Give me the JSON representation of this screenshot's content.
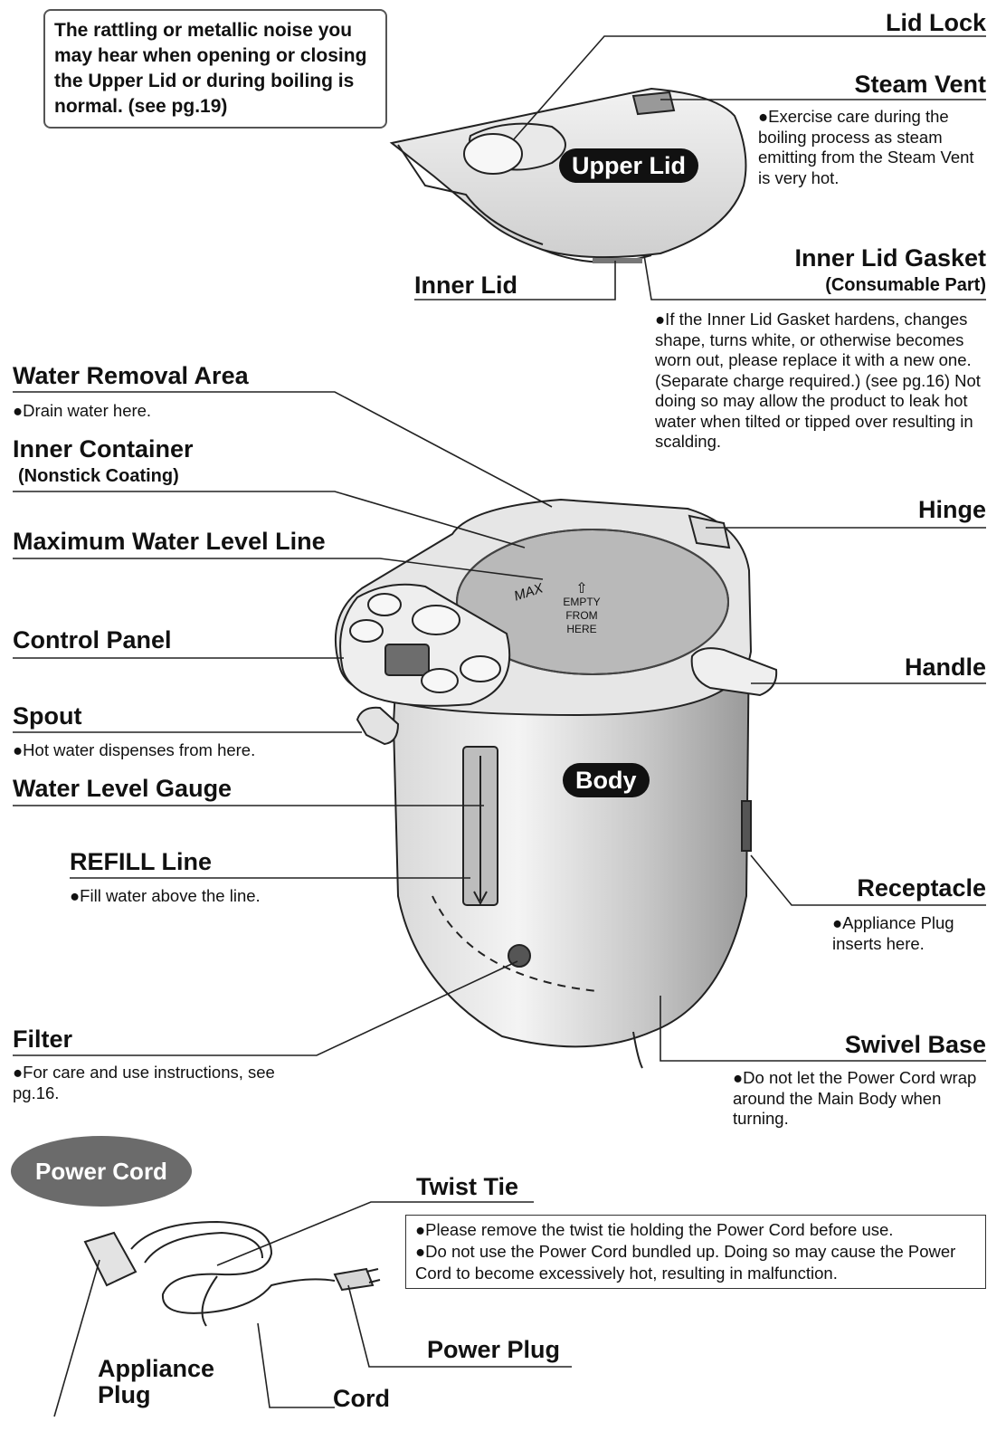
{
  "notice": "The rattling or metallic noise you may hear when opening or closing the Upper Lid or during boiling is normal. (see pg.19)",
  "callouts": {
    "lid_lock": "Lid Lock",
    "steam_vent": {
      "label": "Steam Vent",
      "note": "●Exercise care during the boiling process as steam emitting from the Steam Vent is very hot."
    },
    "upper_lid": "Upper Lid",
    "inner_lid": "Inner Lid",
    "inner_lid_gasket": {
      "label": "Inner Lid Gasket",
      "sub": "(Consumable Part)",
      "note": "●If the Inner Lid Gasket hardens, changes shape, turns white, or otherwise becomes worn out, please replace it with a new one. (Separate charge required.) (see pg.16) Not doing so may allow the product to leak hot water when tilted or tipped over resulting in scalding."
    },
    "water_removal_area": {
      "label": "Water Removal Area",
      "note": "●Drain water here."
    },
    "inner_container": {
      "label": "Inner Container",
      "sub": "(Nonstick Coating)"
    },
    "hinge": "Hinge",
    "max_water_level_line": "Maximum Water Level Line",
    "control_panel": "Control Panel",
    "handle": "Handle",
    "spout": {
      "label": "Spout",
      "note": "●Hot water dispenses from here."
    },
    "body": "Body",
    "water_level_gauge": "Water Level Gauge",
    "refill_line": {
      "label": "REFILL Line",
      "note": "●Fill water above the line."
    },
    "receptacle": {
      "label": "Receptacle",
      "note": "●Appliance Plug inserts here."
    },
    "filter": {
      "label": "Filter",
      "note": "●For care and use instructions, see pg.16."
    },
    "swivel_base": {
      "label": "Swivel Base",
      "note": "●Do not let the Power Cord wrap around the Main Body when turning."
    }
  },
  "pot_markings": {
    "max": "MAX",
    "empty_from_here": [
      "EMPTY",
      "FROM",
      "HERE"
    ]
  },
  "power_cord": {
    "title": "Power Cord",
    "twist_tie": "Twist Tie",
    "notes": [
      "●Please remove the twist tie holding the Power Cord before use.",
      "●Do not use the Power Cord bundled up. Doing so may cause the Power Cord to become excessively hot, resulting in malfunction."
    ],
    "power_plug": "Power Plug",
    "appliance_plug": [
      "Appliance",
      "Plug"
    ],
    "cord": "Cord"
  }
}
